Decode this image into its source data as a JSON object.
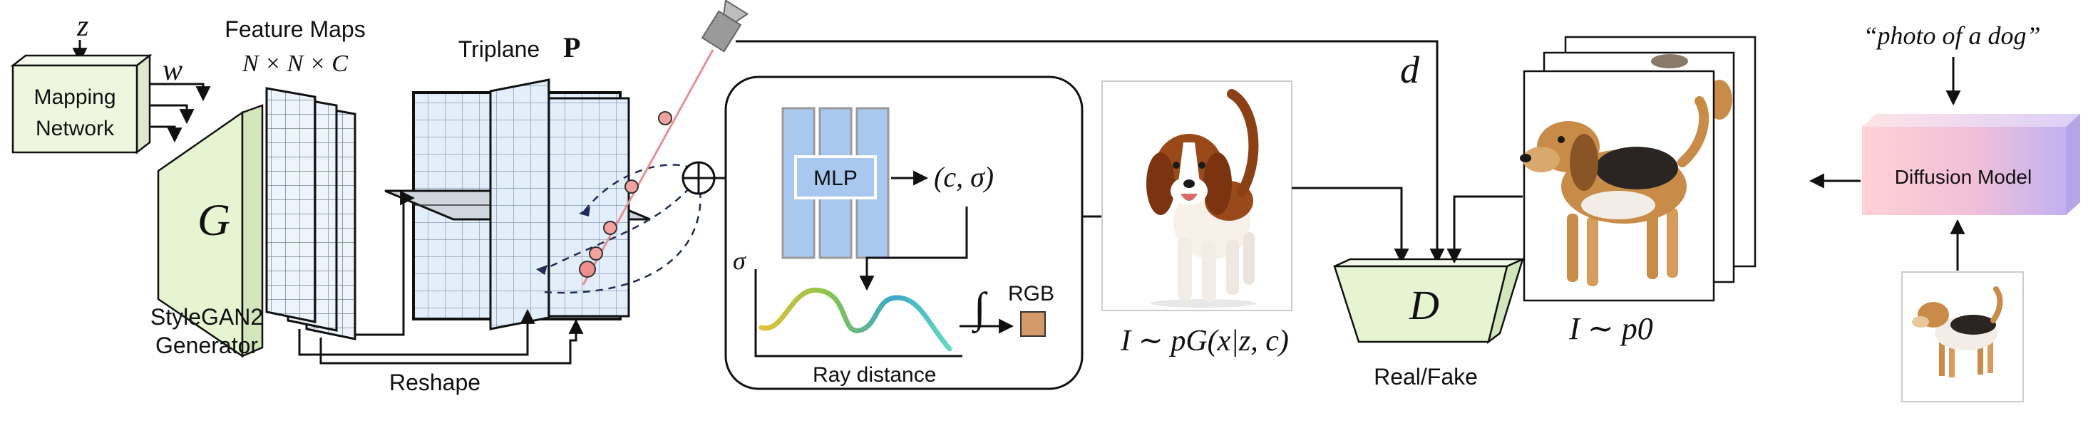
{
  "labels": {
    "z": "z",
    "w": "w",
    "mapping_network_line1": "Mapping",
    "mapping_network_line2": "Network",
    "generator_symbol": "G",
    "generator_caption_line1": "StyleGAN2",
    "generator_caption_line2": "Generator",
    "feature_maps_title": "Feature Maps",
    "feature_maps_dims": "N × N × C",
    "triplane_title": "Triplane",
    "triplane_symbol": "P",
    "reshape": "Reshape",
    "direction": "d",
    "mlp": "MLP",
    "mlp_output": "(c, σ)",
    "sigma": "σ",
    "integral": "∫",
    "rgb": "RGB",
    "ray_distance": "Ray distance",
    "generated_image_caption": "I ∼ pG(x|z, c)",
    "discriminator_symbol": "D",
    "real_fake": "Real/Fake",
    "prior_image_caption": "I ∼ p0",
    "prompt": "“photo of a dog”",
    "diffusion_model": "Diffusion Model"
  },
  "colors": {
    "mapping_box": "#eef6e0",
    "generator_fill": "#e6f4d2",
    "grid_fill": "#e3eefb",
    "mlp_blue": "#a9c8f0",
    "sample_point": "#f3a2a2",
    "ray_line": "#e89090",
    "rgb_patch": "#d59a6a",
    "diffusion_left": "#ffd4d8",
    "diffusion_right": "#c4b2f0",
    "dog_brown": "#9a4a1a",
    "beagle_tan": "#c98c48"
  },
  "icons": [
    "camera-icon",
    "sum-circle-icon",
    "dog-image",
    "beagle-image"
  ]
}
